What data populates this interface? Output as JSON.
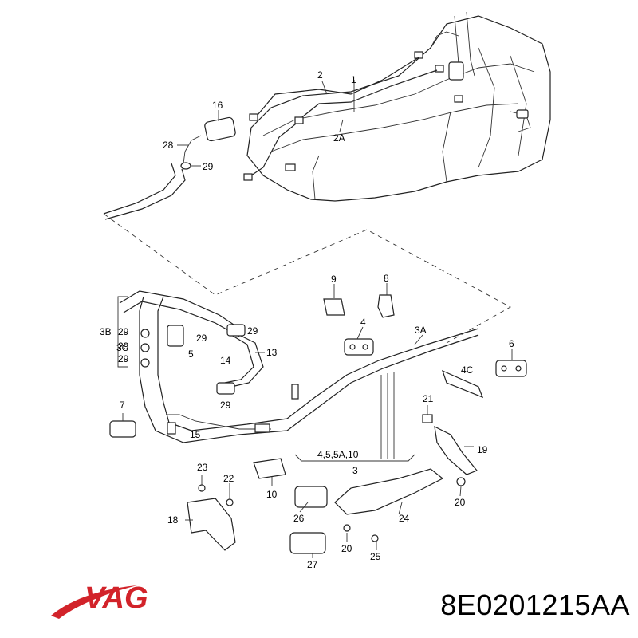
{
  "callouts": [
    {
      "id": "c1",
      "text": "1"
    },
    {
      "id": "c2",
      "text": "2"
    },
    {
      "id": "c2a",
      "text": "2A"
    },
    {
      "id": "c16",
      "text": "16"
    },
    {
      "id": "c28",
      "text": "28"
    },
    {
      "id": "c29a",
      "text": "29"
    },
    {
      "id": "c9",
      "text": "9"
    },
    {
      "id": "c8",
      "text": "8"
    },
    {
      "id": "c4",
      "text": "4"
    },
    {
      "id": "c3a",
      "text": "3A"
    },
    {
      "id": "c6",
      "text": "6"
    },
    {
      "id": "c4c",
      "text": "4C"
    },
    {
      "id": "c3b",
      "text": "3B"
    },
    {
      "id": "c29b",
      "text": "29"
    },
    {
      "id": "c29c",
      "text": "29"
    },
    {
      "id": "c3c",
      "text": "3C"
    },
    {
      "id": "c29d",
      "text": "29"
    },
    {
      "id": "c5",
      "text": "5"
    },
    {
      "id": "c29e",
      "text": "29"
    },
    {
      "id": "c29f",
      "text": "29"
    },
    {
      "id": "c14",
      "text": "14"
    },
    {
      "id": "c13",
      "text": "13"
    },
    {
      "id": "c29g",
      "text": "29"
    },
    {
      "id": "c7",
      "text": "7"
    },
    {
      "id": "c15",
      "text": "15"
    },
    {
      "id": "c21",
      "text": "21"
    },
    {
      "id": "c19",
      "text": "19"
    },
    {
      "id": "c4510",
      "text": "4,5,5A,10"
    },
    {
      "id": "c3",
      "text": "3"
    },
    {
      "id": "c23",
      "text": "23"
    },
    {
      "id": "c22",
      "text": "22"
    },
    {
      "id": "c10",
      "text": "10"
    },
    {
      "id": "c18",
      "text": "18"
    },
    {
      "id": "c26",
      "text": "26"
    },
    {
      "id": "c24",
      "text": "24"
    },
    {
      "id": "c20a",
      "text": "20"
    },
    {
      "id": "c20b",
      "text": "20"
    },
    {
      "id": "c27",
      "text": "27"
    },
    {
      "id": "c25",
      "text": "25"
    }
  ],
  "brand": {
    "logo_text": "VAG",
    "swoosh_color": "#d2232a",
    "text_color": "#d2232a"
  },
  "part_number": "8E0201215AA"
}
